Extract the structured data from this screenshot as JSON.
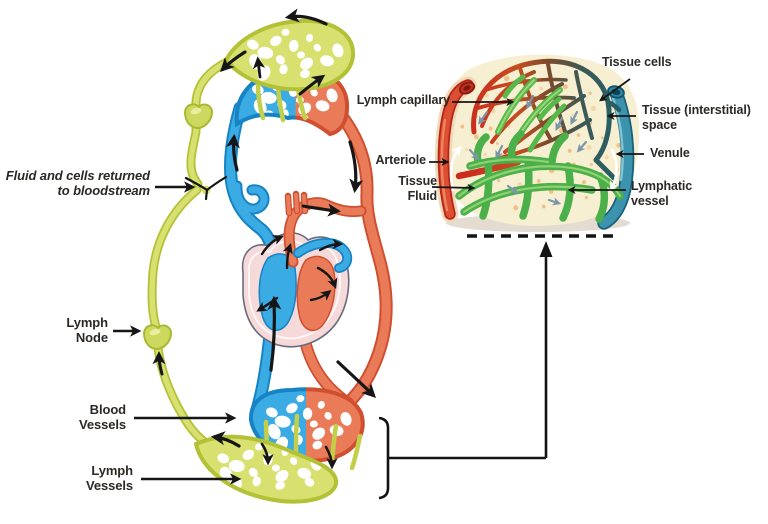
{
  "title_context": "lymphatic-circulatory-diagram",
  "left_labels": {
    "fluid_returned": {
      "line1": "Fluid and cells returned",
      "line2": "to bloodstream"
    },
    "lymph_node": {
      "line1": "Lymph",
      "line2": "Node"
    },
    "blood_vessels": {
      "line1": "Blood",
      "line2": "Vessels"
    },
    "lymph_vessels": {
      "line1": "Lymph",
      "line2": "Vessels"
    }
  },
  "inset_labels": {
    "tissue_cells": "Tissue cells",
    "lymph_capillary": "Lymph capillary",
    "tissue_interstitial_line1": "Tissue (interstitial)",
    "tissue_interstitial_line2": "space",
    "arteriole": "Arteriole",
    "venule": "Venule",
    "tissue_fluid_line1": "Tissue",
    "tissue_fluid_line2": "Fluid",
    "lymphatic_vessel_line1": "Lymphatic",
    "lymphatic_vessel_line2": "vessel"
  },
  "colors": {
    "artery_red": "#e97b58",
    "artery_edge": "#cf4f30",
    "vein_blue": "#3aabe3",
    "vein_edge": "#1683c5",
    "lymph_green": "#d8e170",
    "lymph_edge": "#b3c136",
    "heart_pink": "#f6dada",
    "inset_background": "#f7efd2",
    "inset_dot": "#ecb977",
    "lymph_capillary_green": "#56b94a",
    "venule_teal": "#3b93ad",
    "arteriole_red": "#dd4f33",
    "text": "#2b2825",
    "arrow_black": "#161616"
  }
}
